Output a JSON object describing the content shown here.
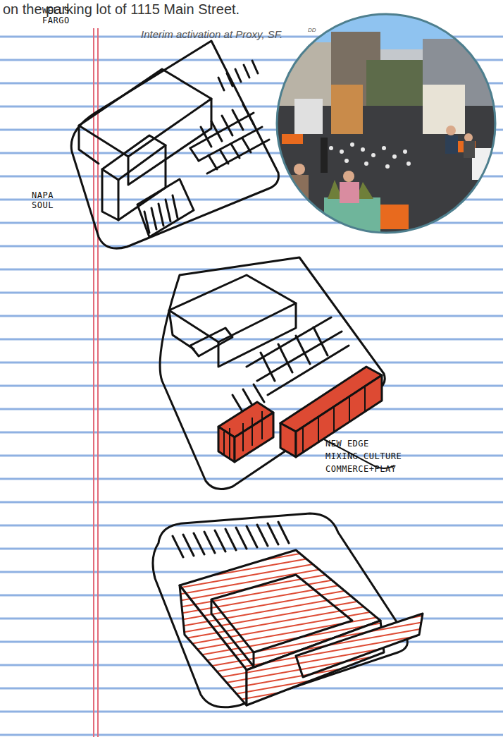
{
  "diagram": {
    "caption": "Interim activation at Proxy, SF.",
    "labels": [
      "on the parking lot of 1115 Main Street.",
      "DD",
      "WELLS FARGO",
      "NAPA SOUL",
      "NEW EDGE",
      "MIXING CULTURE",
      "COMMERCE+PLAY"
    ]
  }
}
